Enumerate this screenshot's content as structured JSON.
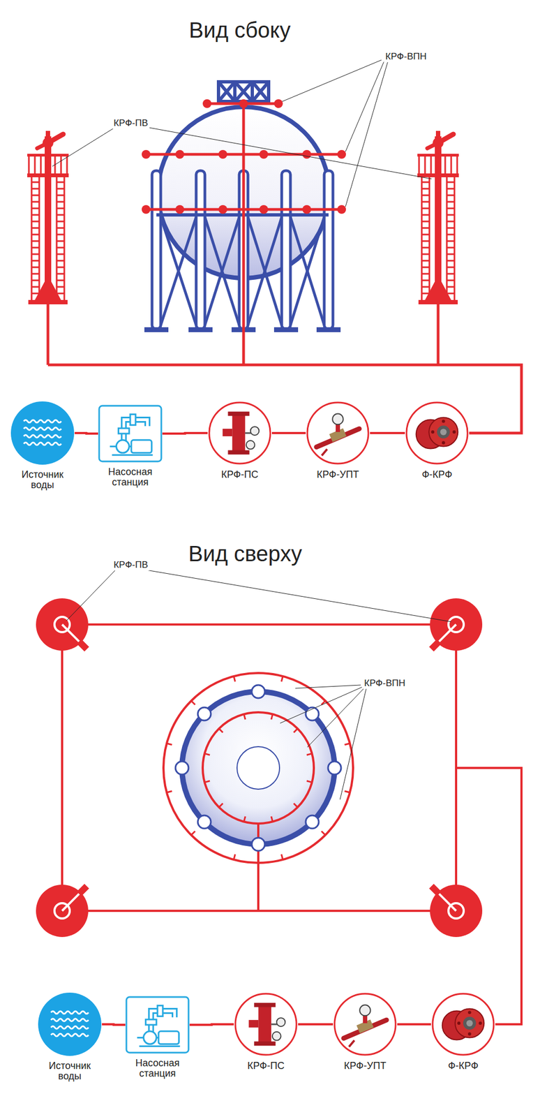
{
  "diagram": {
    "nodes": [
      {
        "text": [
          "Источник воды"
        ]
      },
      {
        "text": [
          "Насосная станция"
        ]
      },
      {
        "text": [
          "КРФ-ПС"
        ]
      },
      {
        "text": [
          "КРФ-УПТ"
        ]
      },
      {
        "text": [
          "Ф-КРФ"
        ]
      },
      {
        "text": [
          "Источник воды"
        ]
      },
      {
        "text": [
          "Насосная станция"
        ]
      },
      {
        "text": [
          "КРФ-ПС"
        ]
      },
      {
        "text": [
          "КРФ-УПТ"
        ]
      },
      {
        "text": [
          "Ф-КРФ"
        ]
      }
    ],
    "edges": [
      {
        "from": 0,
        "to": 1,
        "arrow": "none"
      },
      {
        "from": 1,
        "to": 2,
        "arrow": "none"
      },
      {
        "from": 2,
        "to": 3,
        "arrow": "none"
      },
      {
        "from": 3,
        "to": 4,
        "arrow": "none"
      },
      {
        "from": 5,
        "to": 6,
        "arrow": "none"
      },
      {
        "from": 6,
        "to": 7,
        "arrow": "none"
      },
      {
        "from": 7,
        "to": 8,
        "arrow": "none"
      },
      {
        "from": 8,
        "to": 9,
        "arrow": "none"
      }
    ],
    "labels": [
      "Вид сбоку",
      "КРФ-ВПН",
      "КРФ-ПВ",
      "Вид сверху",
      "КРФ-ПВ",
      "КРФ-ВПН"
    ]
  }
}
